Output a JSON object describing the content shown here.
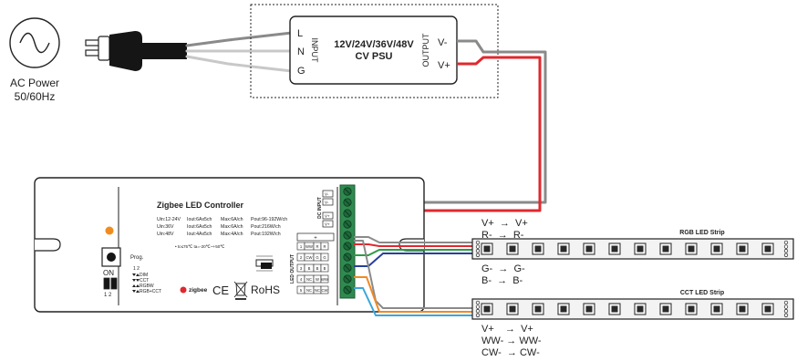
{
  "ac_power": {
    "label_line1": "AC Power",
    "label_line2": "50/60Hz"
  },
  "psu": {
    "title_line1": "12V/24V/36V/48V",
    "title_line2": "CV PSU",
    "input_label": "INPUT",
    "output_label": "OUTPUT",
    "terminals_in": [
      "L",
      "N",
      "G"
    ],
    "terminals_out": [
      "V-",
      "V+"
    ]
  },
  "controller": {
    "title": "Zigbee LED Controller",
    "specs": [
      [
        "Uin:12-24V",
        "Iout:6Ax5ch",
        "Max:6A/ch",
        "Pout:96-192W/ch"
      ],
      [
        "Uin:36V",
        "Iout:6Ax5ch",
        "Max:6A/ch",
        "Pout:216W/ch"
      ],
      [
        "Uin:48V",
        "Iout:4Ax5ch",
        "Max:4A/ch",
        "Pout:192W/ch"
      ]
    ],
    "temps": "• tc≤75℃     ta=-20℃~+50℃",
    "prog_label": "Prog.",
    "switch_on": "ON",
    "switch_nums": "1 2",
    "mode_header": "1 2",
    "modes": [
      "DIM",
      "CCT",
      "RGBW",
      "RGB+CCT"
    ],
    "zigbee_text": "zigbee",
    "ce_text": "CE",
    "rohs_text": "RoHS",
    "dc_input_label": "DC INPUT",
    "led_output_label": "LED OUTPUT",
    "dc_terminals": [
      "V-",
      "V-",
      "V+",
      "V+"
    ],
    "out_plus": "+",
    "out_rows": [
      [
        "1",
        "WW",
        "R",
        "R"
      ],
      [
        "2",
        "CW",
        "G",
        "G"
      ],
      [
        "3",
        "B",
        "B",
        "B"
      ],
      [
        "4",
        "NC",
        "W",
        "WW"
      ],
      [
        "5",
        "NC",
        "NC",
        "CW"
      ]
    ]
  },
  "rgb_strip": {
    "title": "RGB LED Strip",
    "top_labels": [
      "V+  →  V+",
      "R-  →  R-"
    ],
    "bottom_labels": [
      "G-  →  G-",
      "B-  →  B-"
    ],
    "led_count": 12
  },
  "cct_strip": {
    "title": "CCT LED Strip",
    "bottom_labels": [
      "V+    →  V+",
      "WW- → WW-",
      "CW-  → CW-"
    ],
    "led_count": 12
  },
  "colors": {
    "line": "#222222",
    "wire_grey": "#8a8a8a",
    "wire_light": "#c8c8c8",
    "wire_red": "#e0282e",
    "wire_green": "#2e9a45",
    "wire_blue": "#2a3f9a",
    "wire_orange": "#f08a24",
    "wire_cyan": "#3aa6dc",
    "terminal_green": "#2f8a4f",
    "plug_black": "#151515",
    "led_orange_dot": "#f08c1e"
  }
}
